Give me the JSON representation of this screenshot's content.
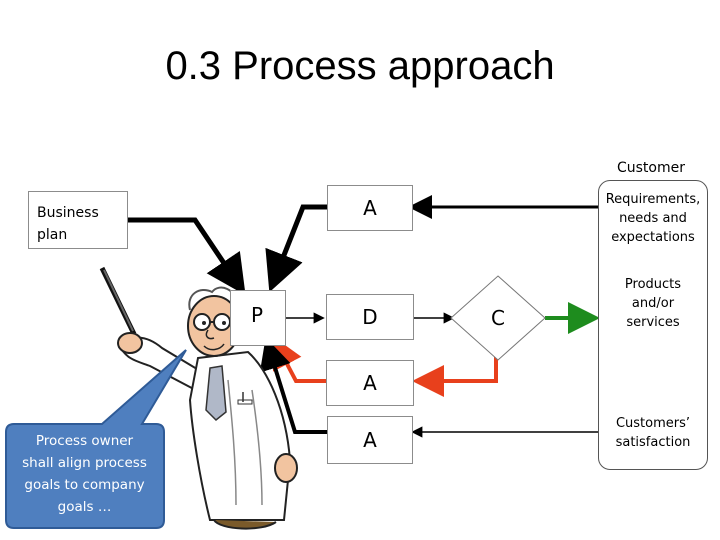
{
  "title": "0.3 Process approach",
  "customer": {
    "label": "Customer",
    "requirements": [
      "Requirements,",
      "needs and",
      "expectations"
    ],
    "products": [
      "Products",
      "and/or",
      "services"
    ],
    "satisfaction": [
      "Customers’",
      "satisfaction"
    ]
  },
  "business_plan": [
    "Business",
    "plan"
  ],
  "nodes": {
    "a_top": "A",
    "p": "P",
    "d": "D",
    "c": "C",
    "a_mid": "A",
    "a_bottom": "A"
  },
  "callout": [
    "Process owner",
    "shall align process",
    "goals to company",
    "goals …"
  ],
  "colors": {
    "arrow_black": "#000000",
    "arrow_red": "#e8401c",
    "arrow_green": "#1e8c1e",
    "callout_fill": "#4f7fbf",
    "callout_stroke": "#2f5b97"
  }
}
